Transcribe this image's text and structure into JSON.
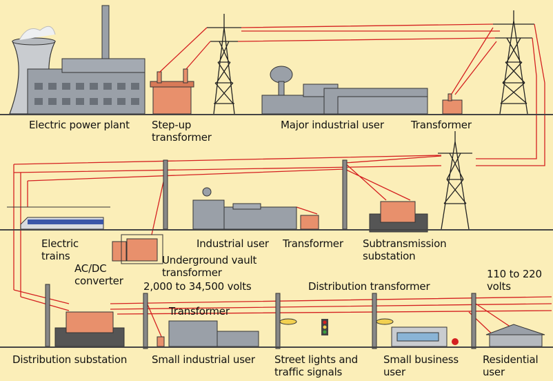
{
  "labels": {
    "power_plant": "Electric power plant",
    "step_up": "Step-up\ntransformer",
    "major_industrial": "Major industrial user",
    "transformer_top": "Transformer",
    "electric_trains": "Electric\ntrains",
    "ac_dc": "AC/DC\nconverter",
    "underground_vault": "Underground vault\ntransformer",
    "industrial_user": "Industrial user",
    "transformer_mid": "Transformer",
    "subtransmission": "Subtransmission\nsubstation",
    "voltage_range": "2,000 to 34,500 volts",
    "distribution_transformer": "Distribution transformer",
    "voltage_residential": "110 to 220\nvolts",
    "transformer_small": "Transformer",
    "distribution_substation": "Distribution substation",
    "small_industrial": "Small industrial user",
    "street_lights": "Street lights and\ntraffic signals",
    "small_business": "Small business\nuser",
    "residential": "Residential\nuser"
  },
  "colors": {
    "background": "#fbeeb8",
    "building": "#9aa0a8",
    "transformer": "#e8906c",
    "power_line": "#d42020",
    "ground": "#444444"
  }
}
